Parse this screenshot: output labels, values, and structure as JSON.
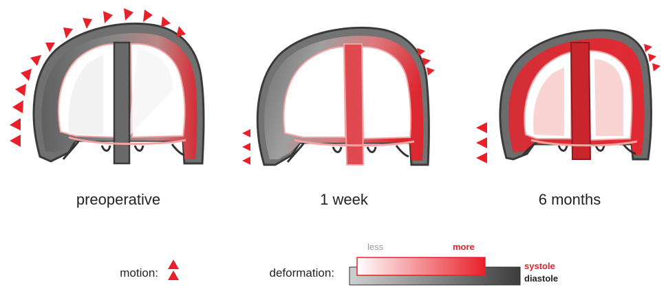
{
  "stages": [
    {
      "label": "preoperative"
    },
    {
      "label": "1 week"
    },
    {
      "label": "6 months"
    }
  ],
  "legend": {
    "motion_label": "motion:",
    "deformation_label": "deformation:",
    "less_label": "less",
    "more_label": "more",
    "systole_label": "systole",
    "diastole_label": "diastole"
  },
  "colors": {
    "myocardium_gray": "#6f6f6f",
    "outline": "#3a3a3a",
    "red": "#e8202a",
    "light_red": "#f4a3a3",
    "arrow_red": "#e8202a",
    "systole_text": "#e8202a",
    "less_text": "#9a9a9a",
    "more_text": "#e8202a"
  }
}
